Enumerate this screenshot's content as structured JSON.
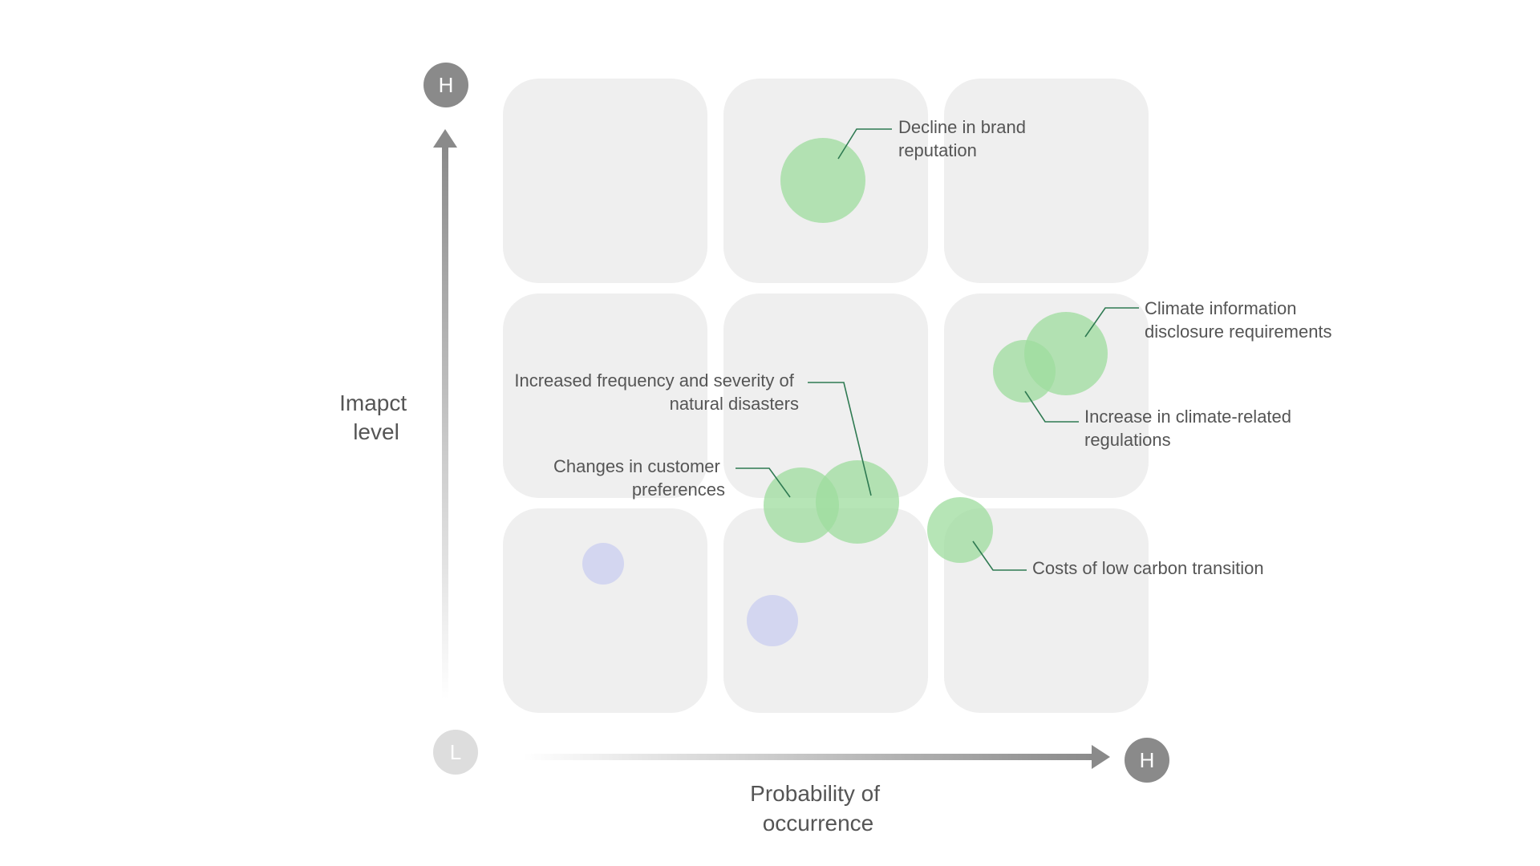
{
  "y_axis": {
    "title": [
      "Imapct",
      "level"
    ],
    "high_badge": "H",
    "low_badge": "L"
  },
  "x_axis": {
    "title": [
      "Probability of",
      "occurrence"
    ],
    "high_badge": "H"
  },
  "colors": {
    "cell_fill": "#efefef",
    "risk_bubble": "#9edc9e",
    "secondary_bubble": "#c9cdf0",
    "leader_line": "#2f7a52",
    "label_text": "#555555",
    "badge_high": "#8a8a8a",
    "badge_low": "#dddddd",
    "arrow_gradient": "#8a8a8a"
  },
  "matrix": {
    "rows": 3,
    "columns": 3
  },
  "risks": [
    {
      "id": "brand",
      "label": [
        "Decline in brand",
        "reputation"
      ],
      "probability": 2,
      "impact": 3
    },
    {
      "id": "disclosure",
      "label": [
        "Climate information",
        "disclosure requirements"
      ],
      "probability": 3,
      "impact": 2
    },
    {
      "id": "regulations",
      "label": [
        "Increase in climate-related",
        "regulations"
      ],
      "probability": 3,
      "impact": 2
    },
    {
      "id": "disasters",
      "label": [
        "Increased frequency and severity of",
        "natural disasters"
      ],
      "probability": 2,
      "impact": 1.5
    },
    {
      "id": "preferences",
      "label": [
        "Changes in customer",
        "preferences"
      ],
      "probability": 2,
      "impact": 1.5
    },
    {
      "id": "transition",
      "label": [
        "Costs of low carbon transition"
      ],
      "probability": 3,
      "impact": 1
    }
  ]
}
